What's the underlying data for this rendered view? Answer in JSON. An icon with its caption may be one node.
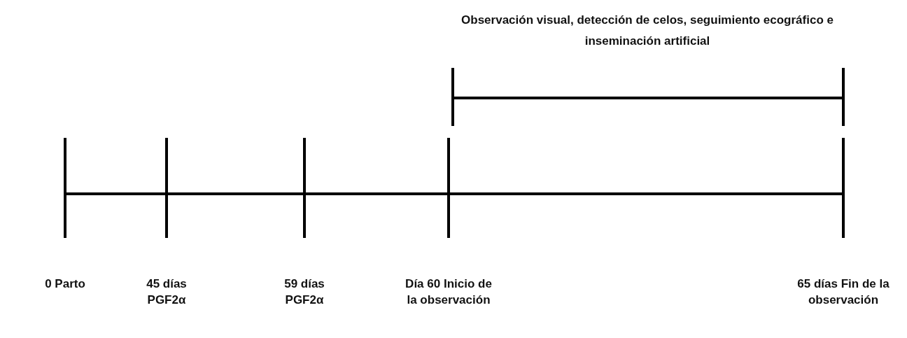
{
  "diagram": {
    "labels": [
      "Observación visual, detección de celos, seguimiento ecográfico e inseminación artificial",
      "0 Parto",
      "45 días PGF2α",
      "59 días PGF2α",
      "Día 60 Inicio de la observación",
      "65 días Fin de la observación"
    ]
  }
}
